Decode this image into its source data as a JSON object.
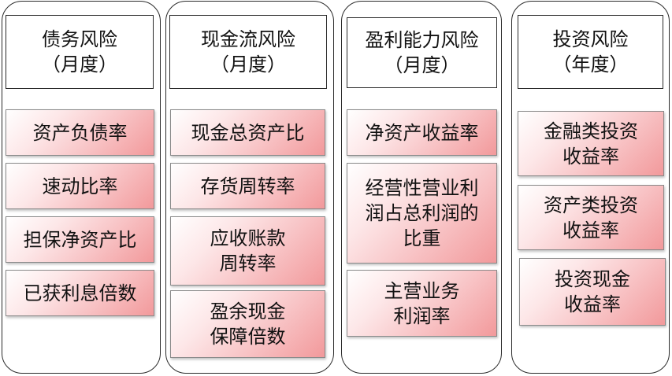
{
  "columns": [
    {
      "header": [
        "债务风险",
        "（月度）"
      ],
      "items": [
        [
          "资产负债率"
        ],
        [
          "速动比率"
        ],
        [
          "担保净资产比"
        ],
        [
          "已获利息倍数"
        ]
      ]
    },
    {
      "header": [
        "现金流风险",
        "（月度）"
      ],
      "items": [
        [
          "现金总资产比"
        ],
        [
          "存货周转率"
        ],
        [
          "应收账款",
          "周转率"
        ],
        [
          "盈余现金",
          "保障倍数"
        ]
      ]
    },
    {
      "header": [
        "盈利能力风险",
        "（月度）"
      ],
      "items": [
        [
          "净资产收益率"
        ],
        [
          "经营性营业利",
          "润占总利润的",
          "比重"
        ],
        [
          "主营业务",
          "利润率"
        ]
      ]
    },
    {
      "header": [
        "投资风险",
        "（年度）"
      ],
      "items": [
        [
          "金融类投资",
          "收益率"
        ],
        [
          "资产类投资",
          "收益率"
        ],
        [
          "投资现金",
          "收益率"
        ]
      ]
    }
  ],
  "colors": {
    "card_gradient_start": "#ffffff",
    "card_gradient_end": "#f2999b",
    "border": "#2a2a2a"
  }
}
